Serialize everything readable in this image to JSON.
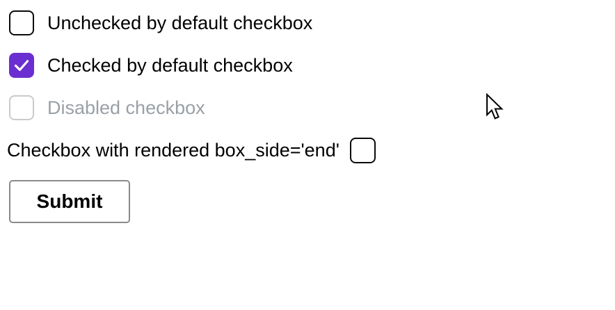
{
  "window": {
    "background": "#ffffff"
  },
  "form": {
    "checkboxes": [
      {
        "label": "Unchecked by default checkbox",
        "checked": false,
        "disabled": false,
        "box_side": "start"
      },
      {
        "label": "Checked by default checkbox",
        "checked": true,
        "disabled": false,
        "box_side": "start"
      },
      {
        "label": "Disabled checkbox",
        "checked": false,
        "disabled": true,
        "box_side": "start"
      },
      {
        "label": "Checkbox with rendered box_side='end'",
        "checked": false,
        "disabled": false,
        "box_side": "end"
      }
    ],
    "submit": {
      "label": "Submit"
    }
  },
  "icons": {
    "checkmark": "check-icon",
    "pointer": "arrow-cursor-icon"
  },
  "colors": {
    "accent": "#6b2ed0",
    "checkbox-border": "#0a0a0a",
    "disabled-border": "#c8cacd",
    "disabled-text": "#9aa0a6",
    "button-border": "#8a8a8a",
    "text": "#000000",
    "check": "#ffffff",
    "background": "#ffffff"
  }
}
